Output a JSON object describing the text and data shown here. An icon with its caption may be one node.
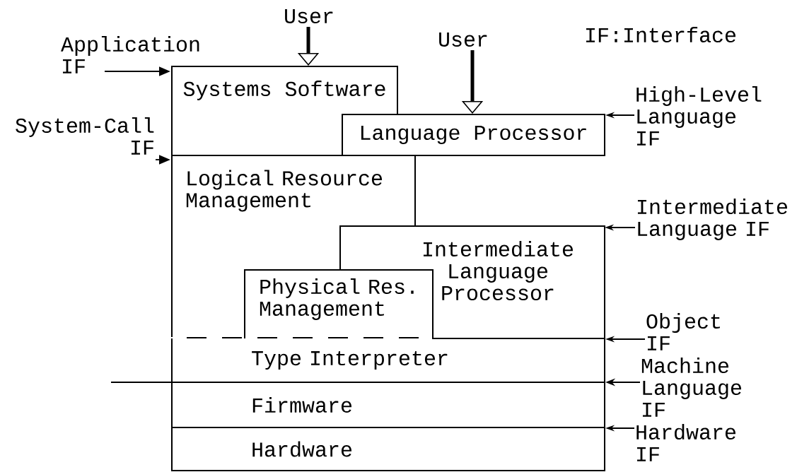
{
  "diagram": {
    "nodes": [
      {
        "text": [
          "Application IF"
        ]
      },
      {
        "text": [
          "User"
        ]
      },
      {
        "text": [
          "User"
        ]
      },
      {
        "text": [
          "High-Level Language IF"
        ]
      },
      {
        "text": [
          "System-Call IF"
        ]
      },
      {
        "text": [
          "Systems Software"
        ]
      },
      {
        "text": [
          "Language Processor"
        ]
      },
      {
        "text": [
          "Logical Resource Management"
        ]
      },
      {
        "text": [
          "Intermediate Language IF"
        ]
      },
      {
        "text": [
          "Intermediate Language Processor"
        ]
      },
      {
        "text": [
          "Physical Res. Management"
        ]
      },
      {
        "text": [
          "Object IF"
        ]
      },
      {
        "text": [
          "Type Interpreter"
        ]
      },
      {
        "text": [
          "Machine Language IF"
        ]
      },
      {
        "text": [
          "Firmware"
        ]
      },
      {
        "text": [
          "Hardware IF"
        ]
      },
      {
        "text": [
          "Hardware"
        ]
      }
    ],
    "edges": [
      {
        "from": 1,
        "to": 5,
        "arrow": "to",
        "style": "thick"
      },
      {
        "from": 2,
        "to": 6,
        "arrow": "to",
        "style": "thick"
      },
      {
        "from": 0,
        "to": 5,
        "arrow": "to"
      },
      {
        "from": 4,
        "to": 7,
        "arrow": "to"
      },
      {
        "from": 3,
        "to": 6,
        "arrow": "to"
      },
      {
        "from": 8,
        "to": 9,
        "arrow": "to"
      },
      {
        "from": 11,
        "to": 12,
        "arrow": "to"
      },
      {
        "from": 13,
        "to": 12,
        "arrow": "to"
      },
      {
        "from": 15,
        "to": 16,
        "arrow": "to"
      }
    ],
    "labels": [
      "IF:Interface"
    ]
  }
}
